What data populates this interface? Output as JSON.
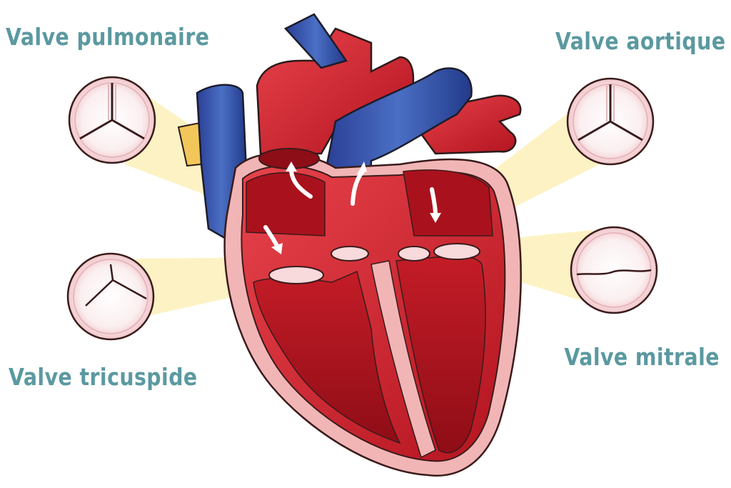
{
  "labels": {
    "pulmonary": "Valve pulmonaire",
    "aortic": "Valve aortique",
    "tricuspid": "Valve tricuspide",
    "mitral": "Valve mitrale"
  },
  "colors": {
    "label_text": "#5b99a0",
    "oxygenated": "#d8212c",
    "deoxygenated": "#2f4fa2",
    "pericardium": "#f2b5b5",
    "callout_beam": "#fbe9a0",
    "valve_ring": "#f5d6d9",
    "fat": "#f1c75b"
  }
}
